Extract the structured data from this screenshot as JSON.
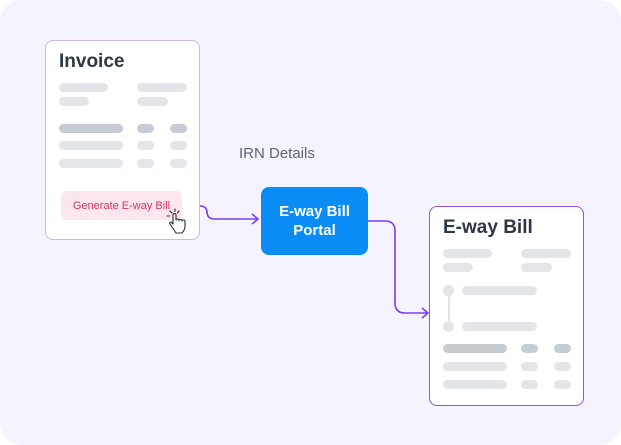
{
  "invoice_card": {
    "title": "Invoice",
    "button_label": "Generate E-way Bill",
    "button_text_color": "#d1336a",
    "button_bg_color": "#fde6ee"
  },
  "connector_label": "IRN Details",
  "portal": {
    "line1": "E-way Bill",
    "line2": "Portal",
    "bg_color": "#0a8cf6"
  },
  "eway_card": {
    "title": "E-way Bill",
    "border_color": "#8a55ec"
  },
  "connector_color": "#7a3ff0",
  "icons": {
    "cursor": "hand-pointer-click-icon"
  }
}
